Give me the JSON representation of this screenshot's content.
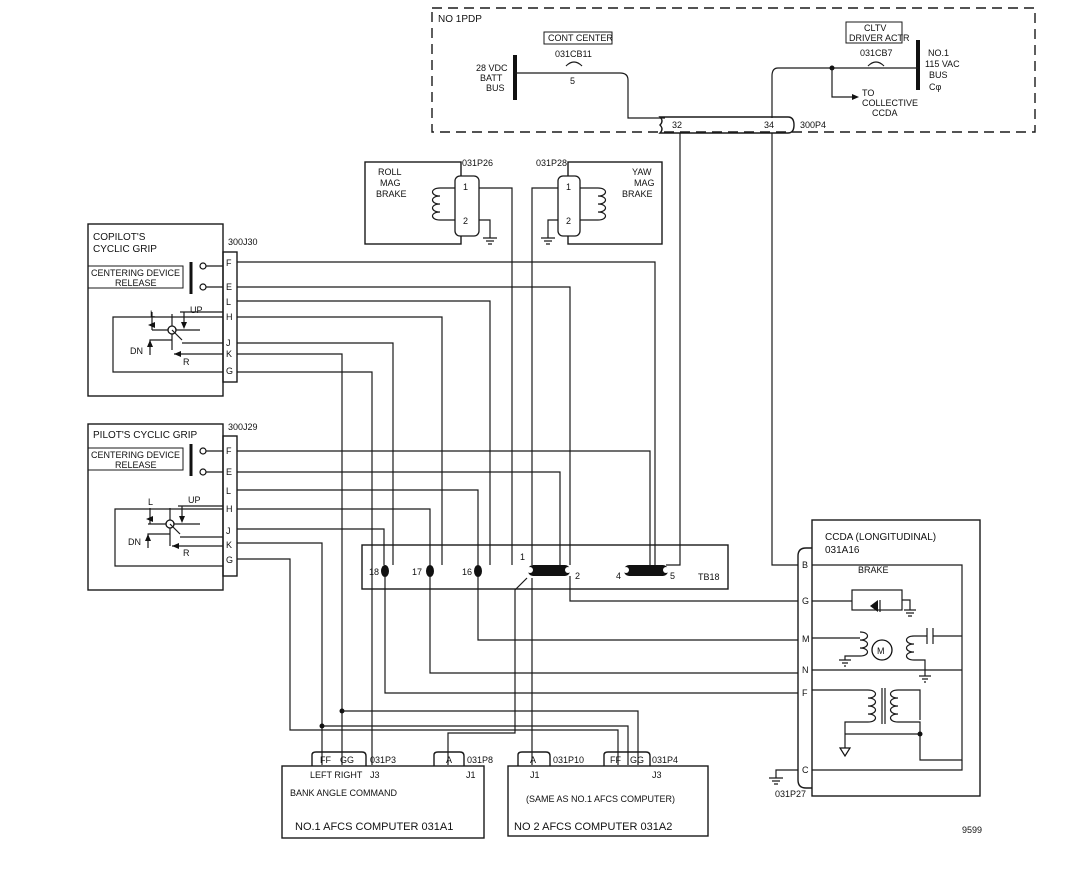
{
  "ipdp": {
    "title": "NO 1PDP",
    "cont_center": "CONT CENTER",
    "cb1": "031CB11",
    "dc_bus": [
      "28 VDC",
      "BATT",
      "BUS"
    ],
    "pin5": "5",
    "cltv": [
      "CLTV",
      "DRIVER ACTR"
    ],
    "cb2": "031CB7",
    "ac_bus": [
      "NO.1",
      "115 VAC",
      "BUS",
      "Cφ"
    ],
    "to_collective": [
      "TO",
      "COLLECTIVE",
      "CCDA"
    ]
  },
  "conn_300p4": {
    "name": "300P4",
    "pins": [
      "32",
      "34"
    ]
  },
  "roll_brake": {
    "label": [
      "ROLL",
      "MAG",
      "BRAKE"
    ],
    "conn": "031P26",
    "pins": [
      "1",
      "2"
    ]
  },
  "yaw_brake": {
    "label": [
      "YAW",
      "MAG",
      "BRAKE"
    ],
    "conn": "031P28",
    "pins": [
      "1",
      "2"
    ]
  },
  "copilot_grip": {
    "title": [
      "COPILOT'S",
      "CYCLIC GRIP"
    ],
    "conn": "300J30",
    "centering": [
      "CENTERING DEVICE",
      "RELEASE"
    ],
    "pins": [
      "F",
      "E",
      "L",
      "H",
      "J",
      "K",
      "G"
    ],
    "dirs": {
      "l": "L",
      "up": "UP",
      "dn": "DN",
      "r": "R"
    }
  },
  "pilot_grip": {
    "title": [
      "PILOT'S CYCLIC GRIP"
    ],
    "conn": "300J29",
    "centering": [
      "CENTERING DEVICE",
      "RELEASE"
    ],
    "pins": [
      "F",
      "E",
      "L",
      "H",
      "J",
      "K",
      "G"
    ],
    "dirs": {
      "l": "L",
      "up": "UP",
      "dn": "DN",
      "r": "R"
    }
  },
  "tb": {
    "name": "TB18",
    "terms": [
      "18",
      "17",
      "16",
      "1",
      "2",
      "4",
      "5"
    ]
  },
  "ccda": {
    "title": [
      "CCDA (LONGITUDINAL)",
      "031A16"
    ],
    "pins": [
      "B",
      "G",
      "M",
      "N",
      "F",
      "C"
    ],
    "brake": "BRAKE",
    "motor": "M",
    "conn": "031P27"
  },
  "afcs1": {
    "name": "NO.1 AFCS COMPUTER 031A1",
    "sub": "BANK ANGLE COMMAND",
    "p3": "031P3",
    "p3_pins": [
      "FF",
      "GG"
    ],
    "p3_labels": [
      "LEFT RIGHT",
      "J3"
    ],
    "p8": "031P8",
    "p8_pin": "A",
    "p8_jack": "J1"
  },
  "afcs2": {
    "name": "NO 2 AFCS COMPUTER 031A2",
    "sub": "(SAME AS NO.1 AFCS COMPUTER)",
    "p10": "031P10",
    "p10_pin": "A",
    "p10_jack": "J1",
    "p4": "031P4",
    "p4_pins": [
      "FF",
      "GG"
    ],
    "p4_jack": "J3"
  },
  "figure_number": "9599"
}
